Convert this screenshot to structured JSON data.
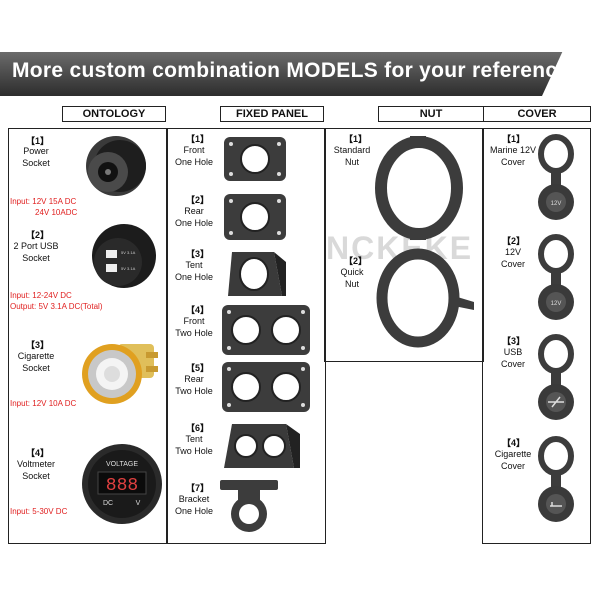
{
  "banner": {
    "title": "More custom combination MODELS for your reference"
  },
  "headers": {
    "ontology": "ONTOLOGY",
    "fixed_panel": "FIXED PANEL",
    "nut": "NUT",
    "cover": "COVER"
  },
  "watermark": "NCKEKE",
  "ontology": [
    {
      "num": "【1】",
      "label": [
        "Power",
        "Socket"
      ],
      "specs": [
        "Input: 12V 15A DC",
        "24V 10ADC"
      ]
    },
    {
      "num": "【2】",
      "label": [
        "2 Port USB",
        "Socket"
      ],
      "specs": [
        "Input: 12-24V DC",
        "Output: 5V  3.1A DC(Total)"
      ]
    },
    {
      "num": "【3】",
      "label": [
        "Cigarette",
        "Socket"
      ],
      "specs": [
        "Input: 12V 10A DC"
      ]
    },
    {
      "num": "【4】",
      "label": [
        "Voltmeter",
        "Socket"
      ],
      "specs": [
        "Input: 5-30V DC"
      ]
    }
  ],
  "fixed_panel": [
    {
      "num": "【1】",
      "label": [
        "Front",
        "One Hole"
      ]
    },
    {
      "num": "【2】",
      "label": [
        "Rear",
        "One Hole"
      ]
    },
    {
      "num": "【3】",
      "label": [
        "Tent",
        "One Hole"
      ]
    },
    {
      "num": "【4】",
      "label": [
        "Front",
        "Two Hole"
      ]
    },
    {
      "num": "【5】",
      "label": [
        "Rear",
        "Two Hole"
      ]
    },
    {
      "num": "【6】",
      "label": [
        "Tent",
        "Two Hole"
      ]
    },
    {
      "num": "【7】",
      "label": [
        "Bracket",
        "One Hole"
      ]
    }
  ],
  "nut": [
    {
      "num": "【1】",
      "label": [
        "Standard",
        "Nut"
      ]
    },
    {
      "num": "【2】",
      "label": [
        "Quick",
        "Nut"
      ]
    }
  ],
  "cover": [
    {
      "num": "【1】",
      "label": [
        "Marine 12V",
        "Cover"
      ]
    },
    {
      "num": "【2】",
      "label": [
        "12V",
        "Cover"
      ]
    },
    {
      "num": "【3】",
      "label": [
        "USB",
        "Cover"
      ]
    },
    {
      "num": "【4】",
      "label": [
        "Cigarette",
        "Cover"
      ]
    }
  ],
  "product_text": {
    "usb_top": "5V 3.1A",
    "usb_bottom": "5V 3.1A",
    "voltage": "VOLTAGE",
    "reading": "888",
    "dc": "DC",
    "v": "V",
    "cover_12v": "12V"
  },
  "colors": {
    "spec_red": "#e02020",
    "banner_dark": "#2d2d2d",
    "part_dark": "#3c3c3c",
    "brass": "#e0a020"
  }
}
